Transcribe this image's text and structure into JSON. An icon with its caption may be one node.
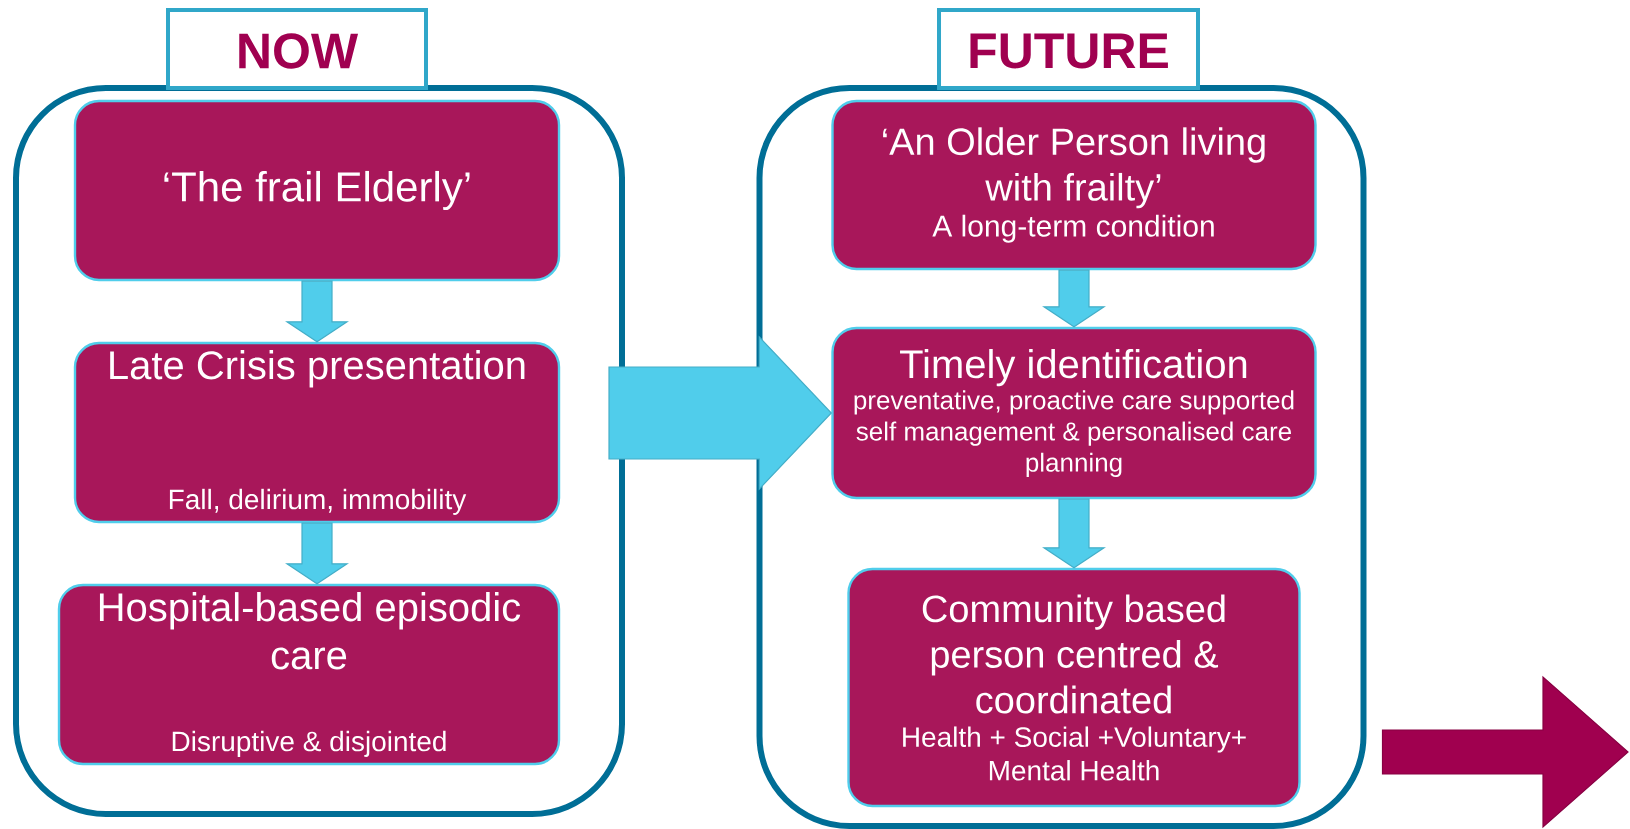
{
  "diagram": {
    "nodes": [
      {
        "text": [
          "NOW"
        ]
      },
      {
        "text": [
          "‘The frail Elderly’"
        ],
        "in": 0
      },
      {
        "text": [
          "Late Crisis presentation",
          "Fall, delirium, immobility"
        ],
        "in": 0
      },
      {
        "text": [
          "Hospital-based episodic care",
          "Disruptive & disjointed"
        ],
        "in": 0
      },
      {
        "text": [
          "FUTURE"
        ]
      },
      {
        "text": [
          "‘An Older Person living with frailty’",
          "A long-term condition"
        ],
        "in": 4
      },
      {
        "text": [
          "Timely identification",
          "preventative, proactive care supported self management & personalised care planning"
        ],
        "in": 4
      },
      {
        "text": [
          "Community based person centred & coordinated",
          "Health + Social +Voluntary+ Mental Health"
        ],
        "in": 4
      }
    ],
    "edges": [
      {
        "from": 1,
        "to": 2,
        "arrow": "to"
      },
      {
        "from": 2,
        "to": 3,
        "arrow": "to"
      },
      {
        "from": 0,
        "to": 6,
        "arrow": "to",
        "style": "thick"
      },
      {
        "from": 5,
        "to": 6,
        "arrow": "to"
      },
      {
        "from": 6,
        "to": 7,
        "arrow": "to"
      },
      {
        "from": 4,
        "to": null,
        "arrow": "to",
        "style": "thick",
        "color": "#a0004f"
      }
    ]
  }
}
